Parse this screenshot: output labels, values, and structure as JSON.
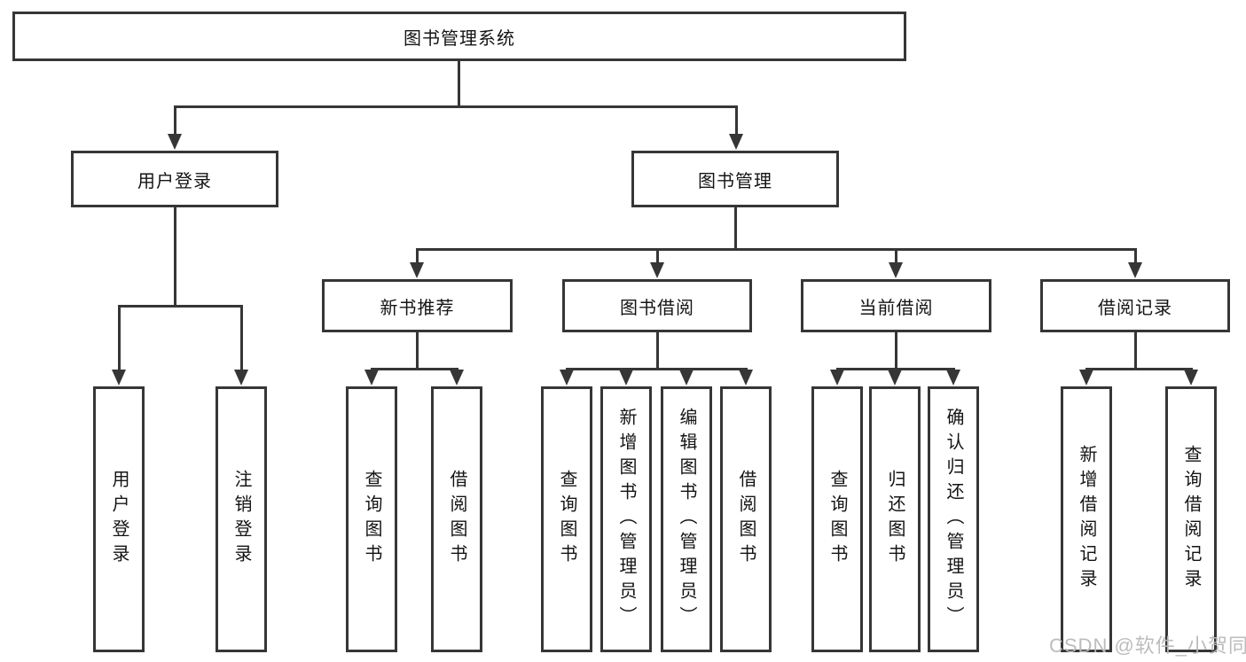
{
  "tree": {
    "label": "图书管理系统",
    "children": [
      {
        "label": "用户登录",
        "children": [
          {
            "label": "用户登录"
          },
          {
            "label": "注销登录"
          }
        ]
      },
      {
        "label": "图书管理",
        "children": [
          {
            "label": "新书推荐",
            "children": [
              {
                "label": "查询图书"
              },
              {
                "label": "借阅图书"
              }
            ]
          },
          {
            "label": "图书借阅",
            "children": [
              {
                "label": "查询图书"
              },
              {
                "label": "新增图书（管理员）"
              },
              {
                "label": "编辑图书（管理员）"
              },
              {
                "label": "借阅图书"
              }
            ]
          },
          {
            "label": "当前借阅",
            "children": [
              {
                "label": "查询图书"
              },
              {
                "label": "归还图书"
              },
              {
                "label": "确认归还（管理员）"
              }
            ]
          },
          {
            "label": "借阅记录",
            "children": [
              {
                "label": "新增借阅记录"
              },
              {
                "label": "查询借阅记录"
              }
            ]
          }
        ]
      }
    ]
  },
  "watermark": {
    "text": "CSDN @软件_小贺同学"
  },
  "colors": {
    "line": "#363636",
    "text": "#141414",
    "watermark": "#b9b9b9",
    "background": "#ffffff"
  }
}
